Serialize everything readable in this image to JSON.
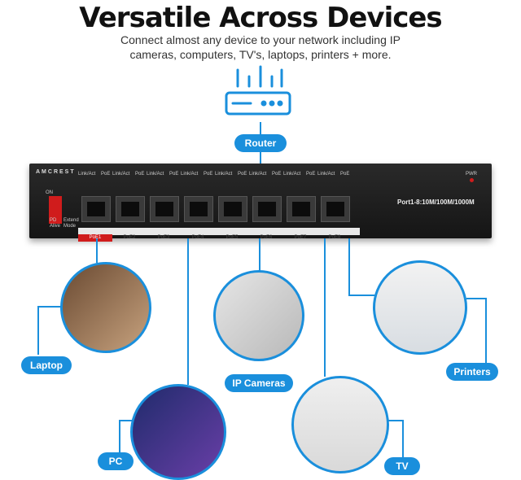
{
  "title": "Versatile Across Devices",
  "subtitle_line1": "Connect almost any device to your network including IP",
  "subtitle_line2": "cameras, computers, TV's,  laptops, printers + more.",
  "labels": {
    "router": "Router",
    "laptop": "Laptop",
    "ip_cameras": "IP Cameras",
    "printers": "Printers",
    "pc": "PC",
    "tv": "TV"
  },
  "switch": {
    "brand": "AMCREST",
    "pwr": "PWR",
    "on": "ON",
    "pd": "PD\nAlive",
    "extend": "Extend\nMode",
    "speed": "Port1-8:10M/100M/1000M",
    "link_act": "Link/Act",
    "poe": "PoE",
    "ports": [
      "PoE1",
      "PoE2",
      "PoE3",
      "PoE4",
      "PoE5",
      "PoE6",
      "PoE7",
      "PoE8"
    ]
  },
  "colors": {
    "accent": "#1a8fdc",
    "switch_body": "#1d1d1d",
    "dip_switch": "#d01c1c"
  }
}
